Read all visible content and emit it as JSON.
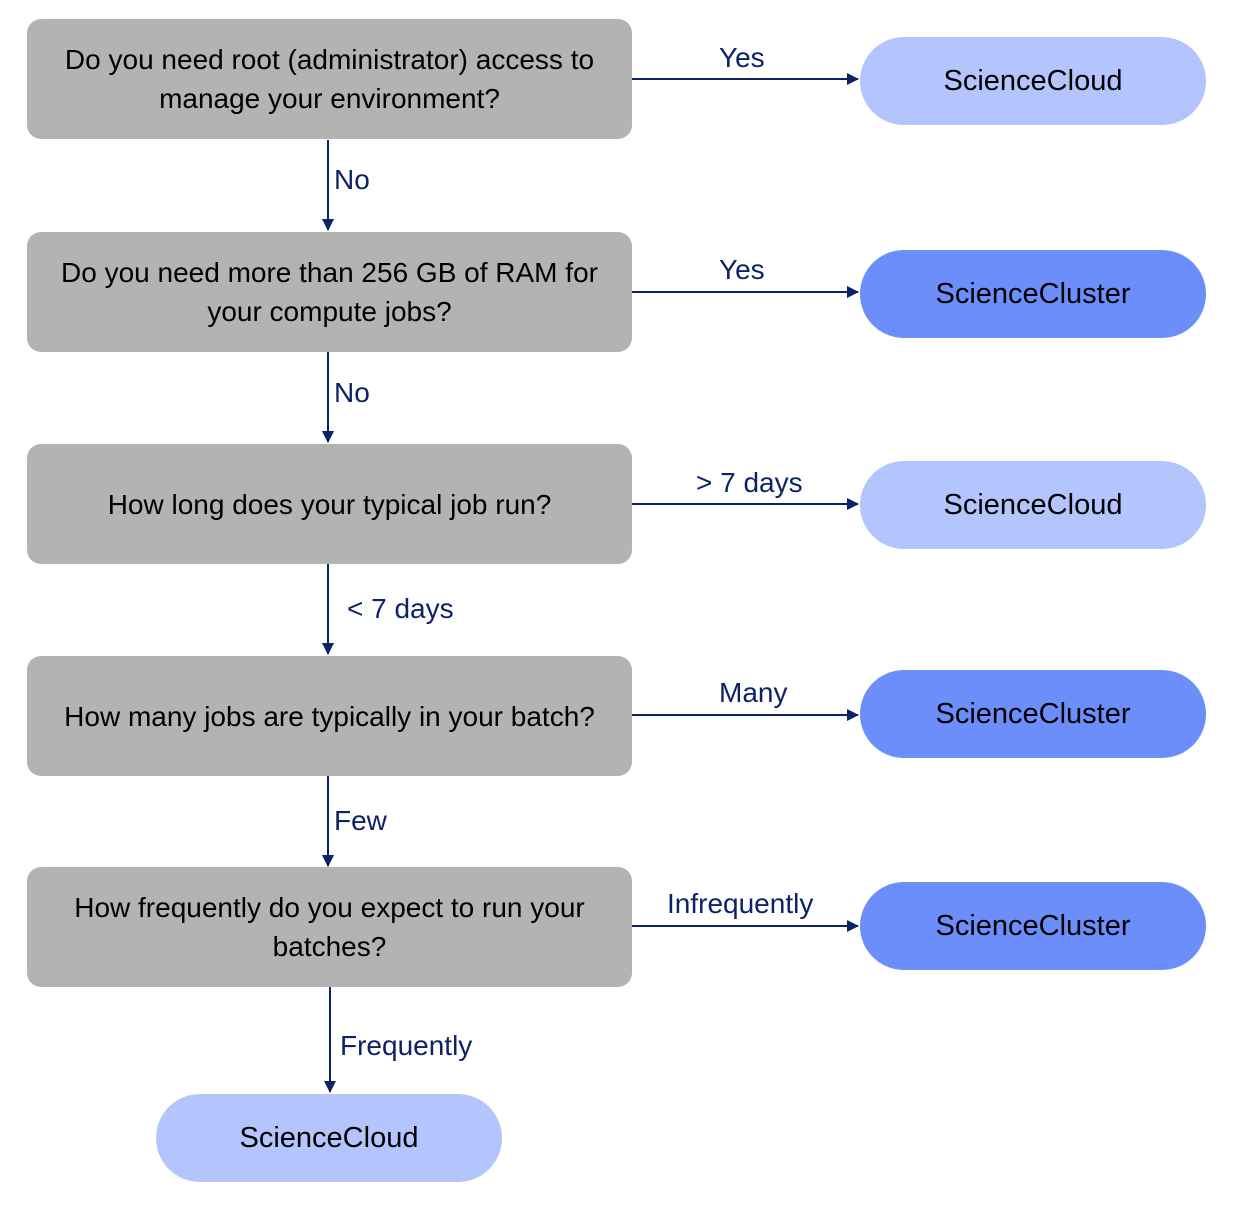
{
  "questions": [
    {
      "text": "Do you need root (administrator) access to manage your environment?"
    },
    {
      "text": "Do you need more than 256 GB of RAM for your compute jobs?"
    },
    {
      "text": "How long does your typical job run?"
    },
    {
      "text": "How many jobs are typically in your batch?"
    },
    {
      "text": "How frequently do you expect to run your batches?"
    }
  ],
  "side_outcomes": [
    {
      "edge_label": "Yes",
      "result": "ScienceCloud",
      "kind": "cloud"
    },
    {
      "edge_label": "Yes",
      "result": "ScienceCluster",
      "kind": "cluster"
    },
    {
      "edge_label": "> 7 days",
      "result": "ScienceCloud",
      "kind": "cloud"
    },
    {
      "edge_label": "Many",
      "result": "ScienceCluster",
      "kind": "cluster"
    },
    {
      "edge_label": "Infrequently",
      "result": "ScienceCluster",
      "kind": "cluster"
    }
  ],
  "down_labels": [
    "No",
    "No",
    "< 7 days",
    "Few",
    "Frequently"
  ],
  "final_outcome": {
    "result": "ScienceCloud",
    "kind": "cloud"
  },
  "colors": {
    "question_fill": "#b3b3b3",
    "cloud_fill": "#b3c5fc",
    "cluster_fill": "#6c8efa",
    "edge": "#0d2367"
  }
}
